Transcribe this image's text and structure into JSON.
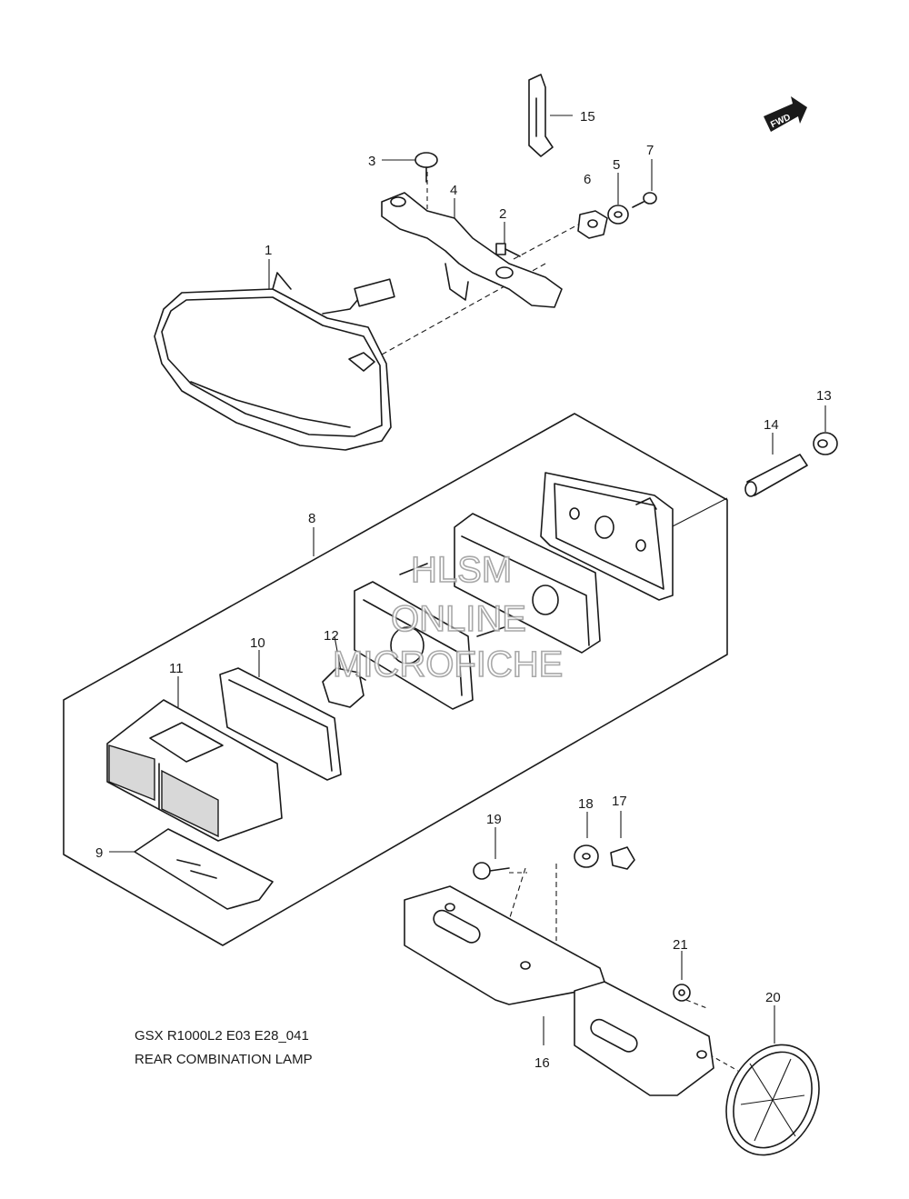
{
  "diagram": {
    "caption_model": "GSX R1000L2 E03 E28_041",
    "caption_title": "REAR COMBINATION LAMP",
    "fwd_label": "FWD",
    "watermark": [
      "HLSM",
      "ONLINE",
      "MICROFICHE"
    ],
    "callouts": [
      "1",
      "2",
      "3",
      "4",
      "5",
      "6",
      "7",
      "8",
      "9",
      "10",
      "11",
      "12",
      "13",
      "14",
      "15",
      "16",
      "17",
      "18",
      "19",
      "20",
      "21"
    ]
  }
}
